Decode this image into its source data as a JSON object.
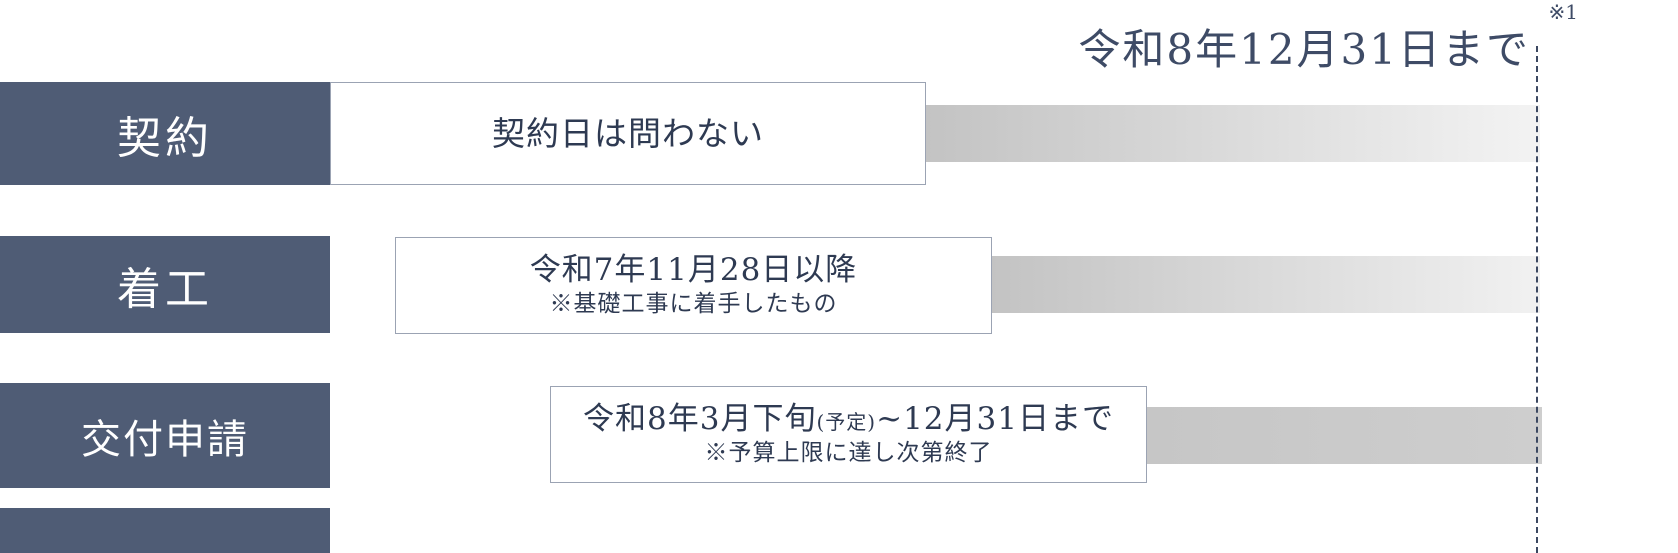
{
  "header": {
    "deadline": "令和8年12月31日まで",
    "footnote": "※1"
  },
  "rows": [
    {
      "label": "契約",
      "main": "契約日は問わない"
    },
    {
      "label": "着工",
      "main": "令和7年11月28日以降",
      "sub": "※基礎工事に着手したもの"
    },
    {
      "label": "交付申請",
      "main_prefix": "令和8年3月下旬",
      "main_small": "(予定)",
      "main_suffix": "~12月31日まで",
      "sub": "※予算上限に達し次第終了"
    }
  ],
  "colors": {
    "label_bg": "#4f5c75",
    "note_text": "#2e3a52",
    "header_text": "#3e4b66",
    "box_border": "#9ba3b3",
    "bar_gradient_start": "#c3c3c3",
    "bar_gradient_end": "#f3f3f3",
    "bar_row3": "#c8c8c8",
    "dashed_line": "#3c4861"
  }
}
